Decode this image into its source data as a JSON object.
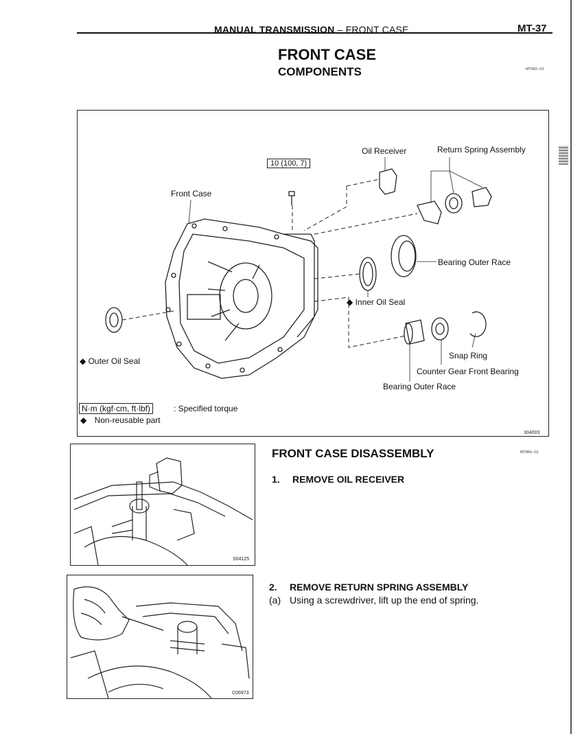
{
  "header": {
    "section": "MANUAL TRANSMISSION",
    "separator": "–",
    "subsection": "FRONT CASE",
    "page": "MT-37"
  },
  "title": "FRONT CASE",
  "subtitle": "COMPONENTS",
  "code_components": "MT0A3—01",
  "code_disassembly": "MT0B4—01",
  "diagram": {
    "torque_spec": "10 (100, 7)",
    "labels": {
      "oil_receiver": "Oil Receiver",
      "return_spring": "Return Spring Assembly",
      "front_case": "Front Case",
      "bearing_outer_race_top": "Bearing Outer Race",
      "inner_oil_seal": "Inner Oil Seal",
      "outer_oil_seal": "Outer Oil Seal",
      "snap_ring": "Snap Ring",
      "counter_gear_bearing": "Counter Gear Front Bearing",
      "bearing_outer_race_bottom": "Bearing Outer Race"
    },
    "non_reusable_mark": "◆",
    "legend": {
      "torque_units": "N·m (kgf·cm, ft·lbf)",
      "torque_desc": ": Specified torque",
      "nonreusable_desc": "Non-reusable part"
    },
    "figure_code": "304003"
  },
  "disassembly": {
    "title": "FRONT CASE DISASSEMBLY",
    "steps": [
      {
        "num": "1.",
        "text": "REMOVE OIL RECEIVER"
      },
      {
        "num": "2.",
        "text": "REMOVE RETURN SPRING ASSEMBLY"
      }
    ],
    "substep": {
      "label": "(a)",
      "text": "Using a screwdriver, lift up the end of spring."
    },
    "photo1_code": "S04125",
    "photo2_code": "C06973"
  }
}
